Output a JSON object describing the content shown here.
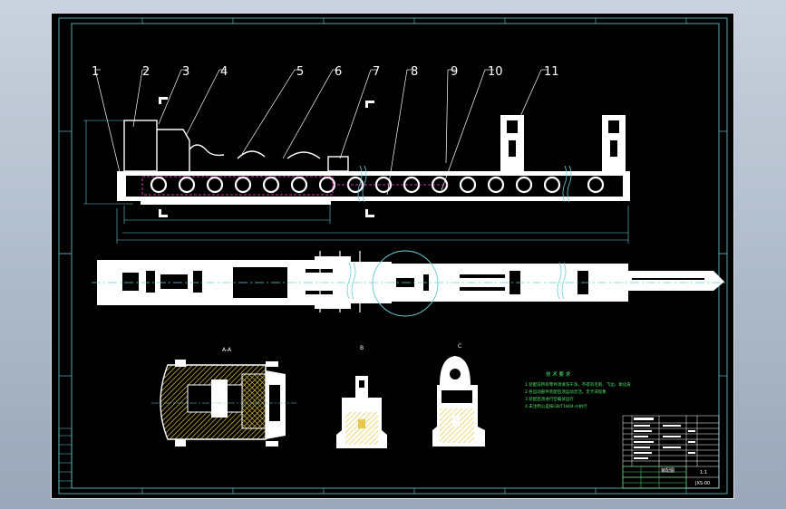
{
  "balloons": [
    "1",
    "2",
    "3",
    "4",
    "5",
    "6",
    "7",
    "8",
    "9",
    "10",
    "11"
  ],
  "tech_requirements": {
    "heading": "技 术 要 求",
    "lines": [
      "1.装配前所有零件须清洗干净，不得有毛刺、飞边、氧化皮",
      "2.各运动部件装配后须运动灵活，无卡滞现象",
      "3.装配后须进行空载试运行",
      "4.未注明公差按GB/T1804-m执行"
    ]
  },
  "title_block": {
    "drawing_number": "JXS-00",
    "drawing_name": "装配图",
    "scale": "1:1"
  },
  "colors": {
    "frame": "#6ad0d8",
    "part": "#ffffff",
    "hatch": "#e6c84a",
    "dim": "#6ad0d8",
    "text_green": "#4fe06a",
    "hidden": "#ff4ad0"
  }
}
